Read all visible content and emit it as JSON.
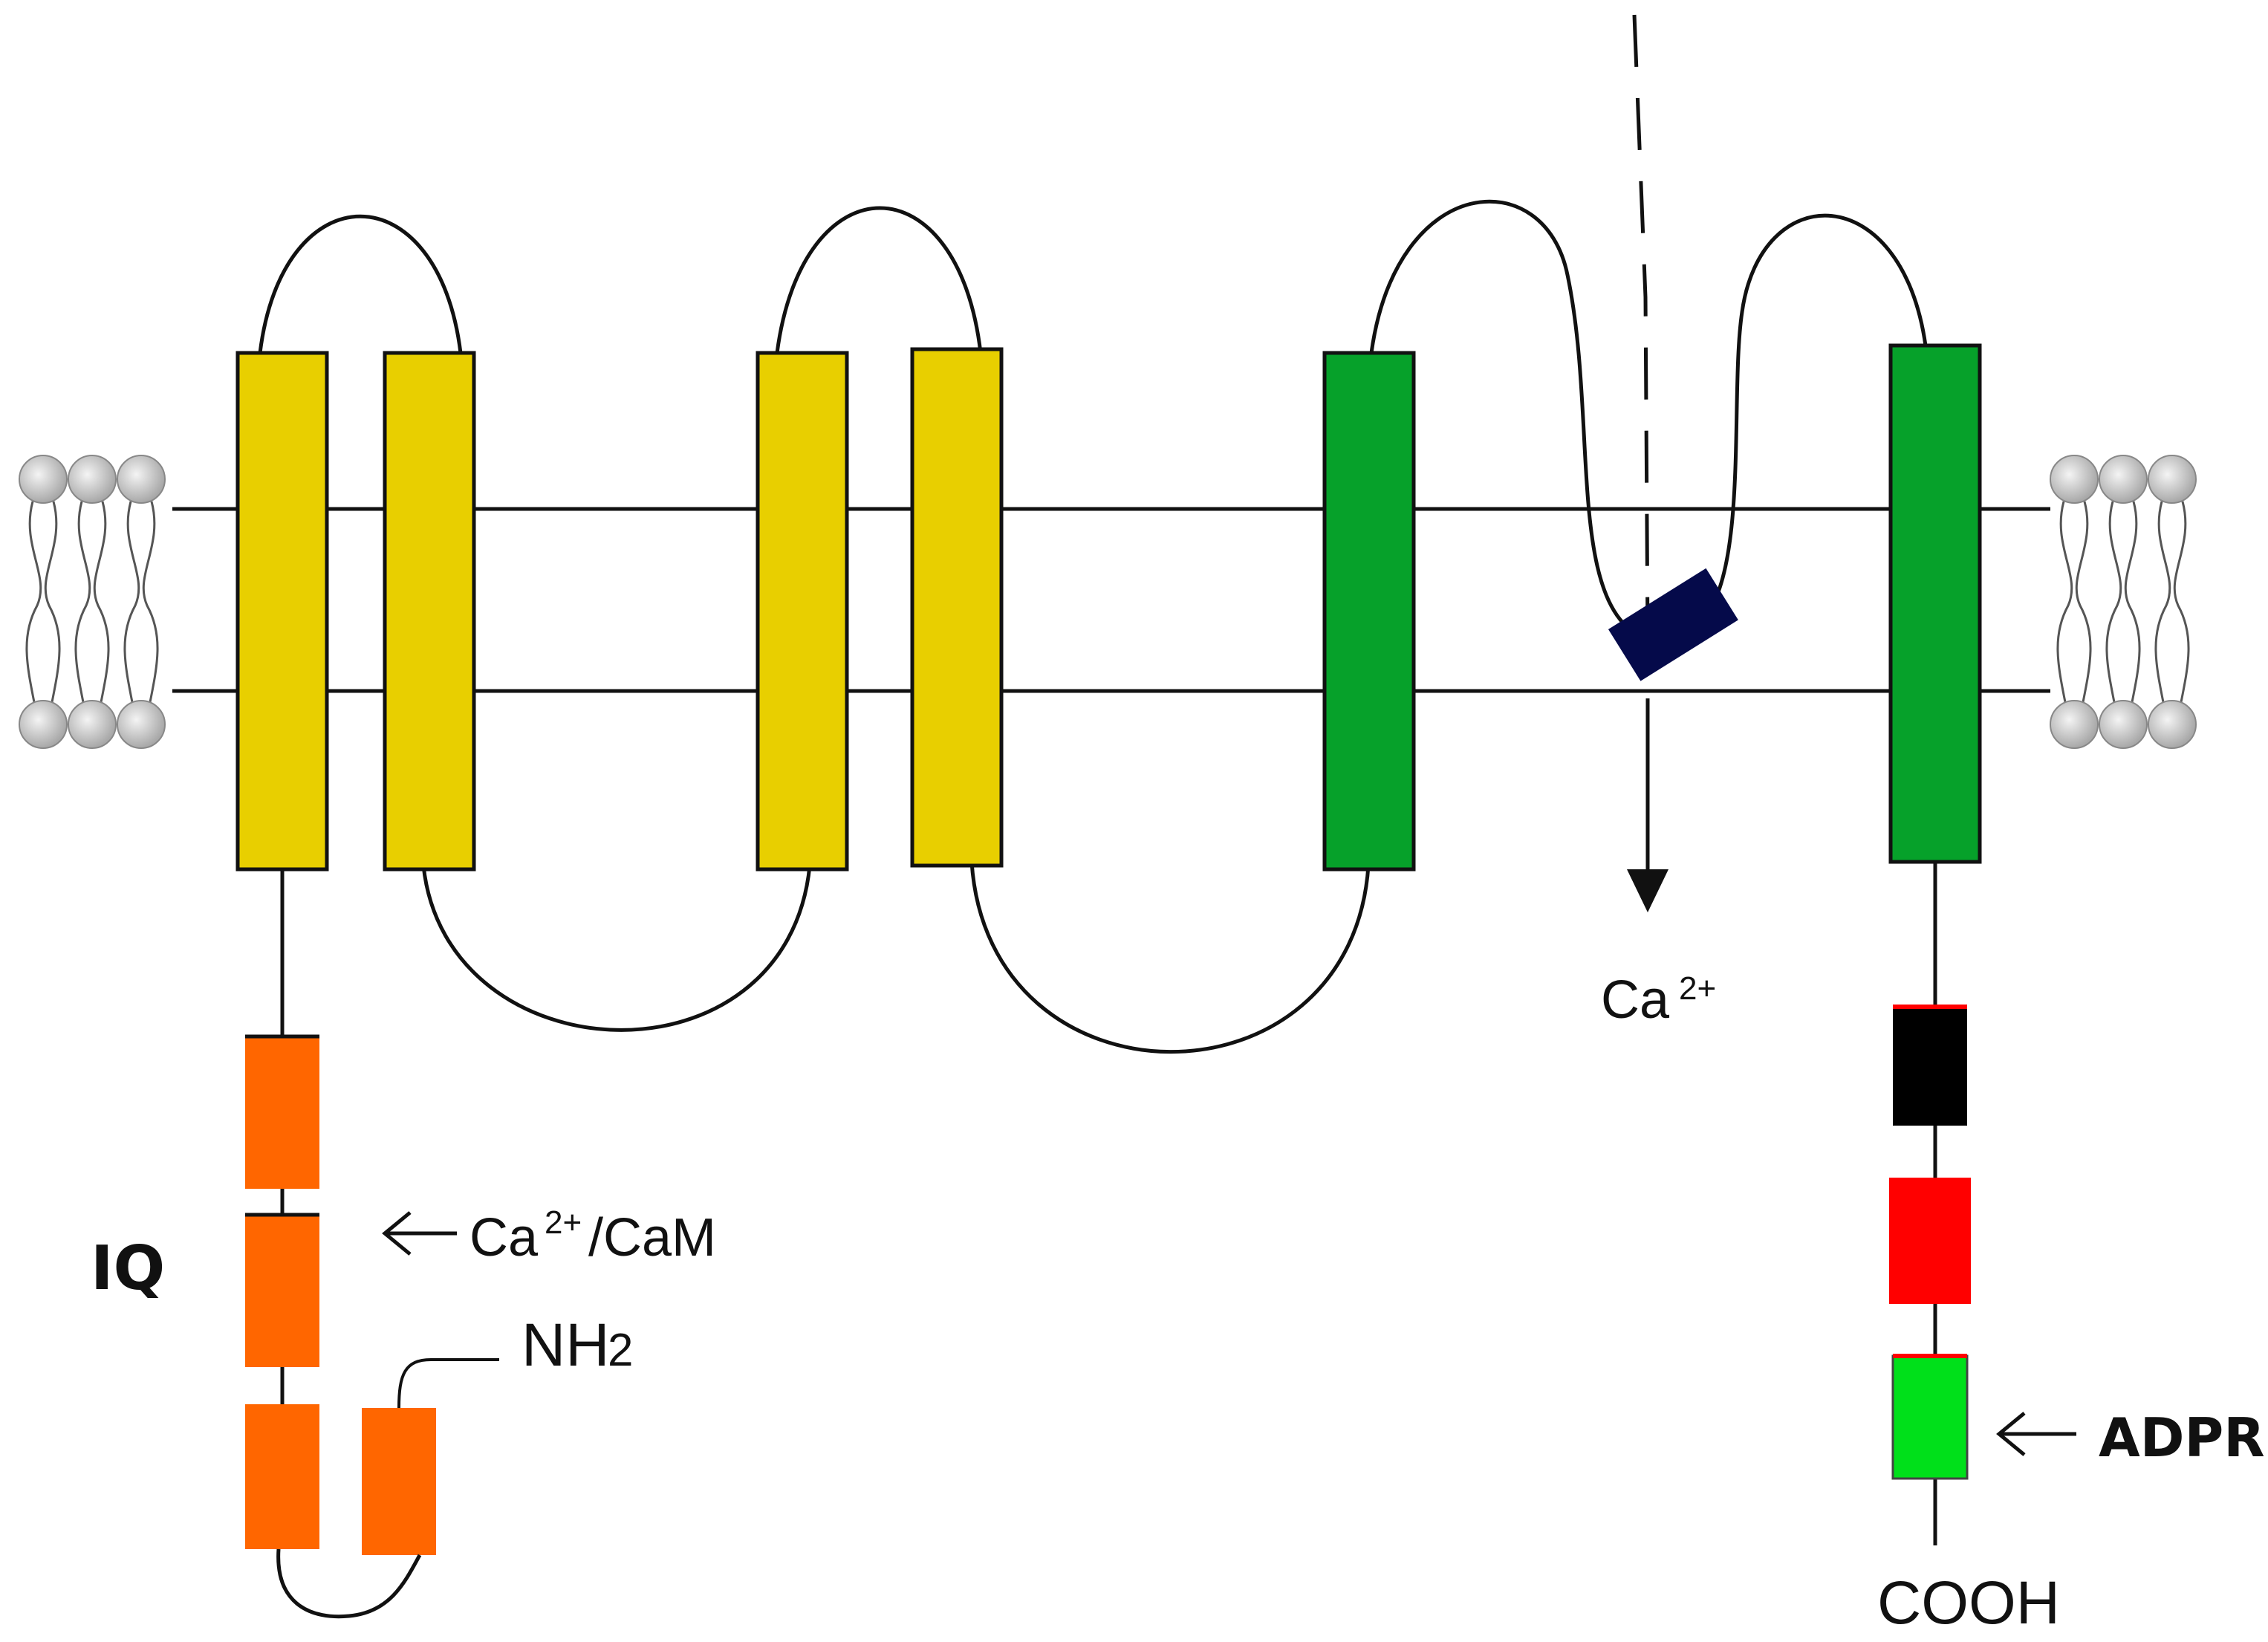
{
  "labels": {
    "ca_out": "Ca",
    "ca_out_sup": "2+",
    "iq": "IQ",
    "cacam_prefix": "Ca",
    "cacam_sup": "2+",
    "cacam_suffix": "/CaM",
    "nh2_main": "NH",
    "nh2_sub": "2",
    "adpr": "ADPR",
    "cooh": "COOH"
  },
  "colors": {
    "tm_yellow": "#e8cf00",
    "tm_green": "#06a12a",
    "pore_navy": "#050a4a",
    "domain_orange": "#ff6600",
    "domain_black": "#000000",
    "domain_red": "#ff0000",
    "domain_lightgreen": "#00e01a",
    "lipid_head": "#d0d0d0",
    "line": "#111111"
  },
  "icons": {
    "left_lipid": "lipid-bilayer-icon",
    "right_lipid": "lipid-bilayer-icon",
    "ca_arrow": "down-arrow-icon",
    "cacam_arrow": "left-arrow-icon",
    "adpr_arrow": "left-arrow-icon"
  }
}
